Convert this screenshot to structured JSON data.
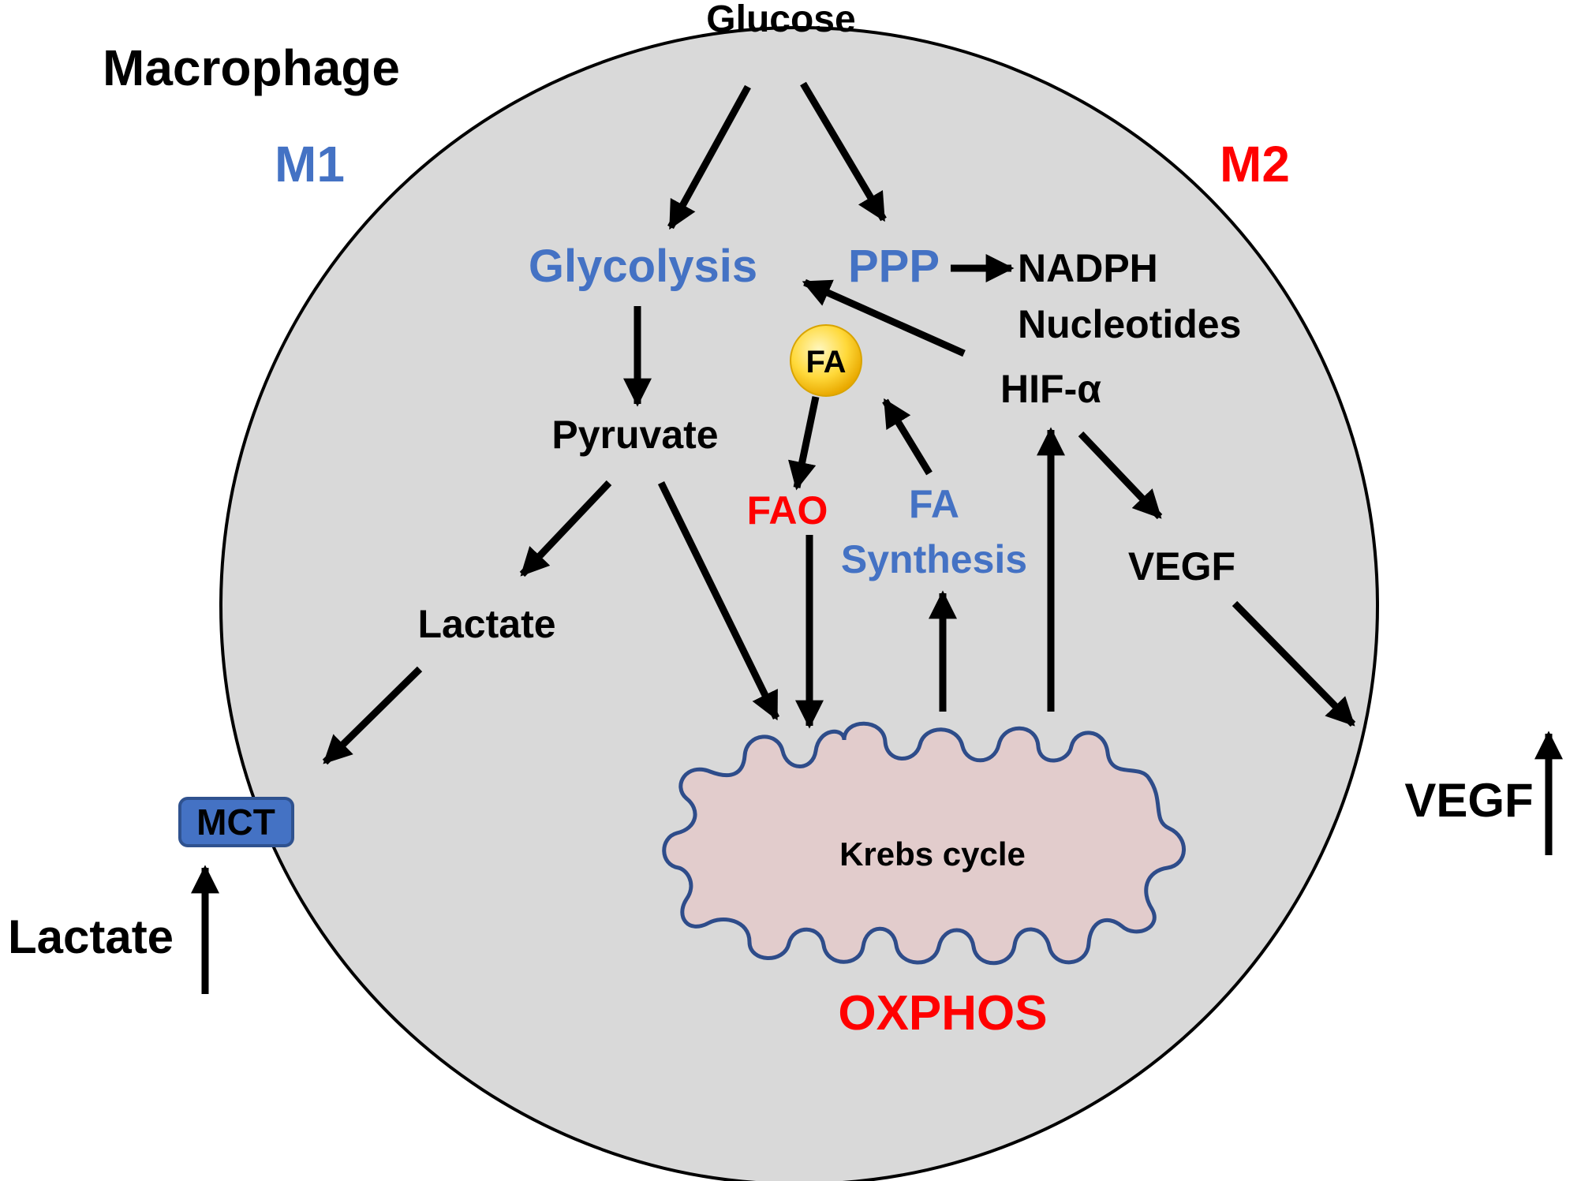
{
  "colors": {
    "background": "#ffffff",
    "cell_fill": "#d9d9d9",
    "cell_stroke": "#000000",
    "blue_text": "#4472c4",
    "red_text": "#ff0000",
    "black_text": "#000000",
    "mito_fill": "#e2cccc",
    "mito_stroke": "#2e4c8a",
    "mct_fill": "#4472c4",
    "mct_stroke": "#2f528f",
    "fa_gradient": [
      "#fff3a8",
      "#f5c000"
    ],
    "arrow": "#000000"
  },
  "labels": {
    "glucose": "Glucose",
    "macrophage": "Macrophage",
    "m1": "M1",
    "m2": "M2",
    "glycolysis": "Glycolysis",
    "ppp": "PPP",
    "nadph": "NADPH",
    "nucleotides": "Nucleotides",
    "fa_ball": "FA",
    "hif": "HIF-α",
    "pyruvate": "Pyruvate",
    "fao": "FAO",
    "fa_synthesis_line1": "FA",
    "fa_synthesis_line2": "Synthesis",
    "lactate_inside": "Lactate",
    "vegf_inside": "VEGF",
    "mct": "MCT",
    "krebs": "Krebs cycle",
    "oxphos": "OXPHOS",
    "vegf_outside": "VEGF",
    "lactate_outside": "Lactate"
  },
  "icons": {
    "up_arrow_vegf": "up-arrow-icon",
    "up_arrow_lactate": "up-arrow-icon"
  }
}
